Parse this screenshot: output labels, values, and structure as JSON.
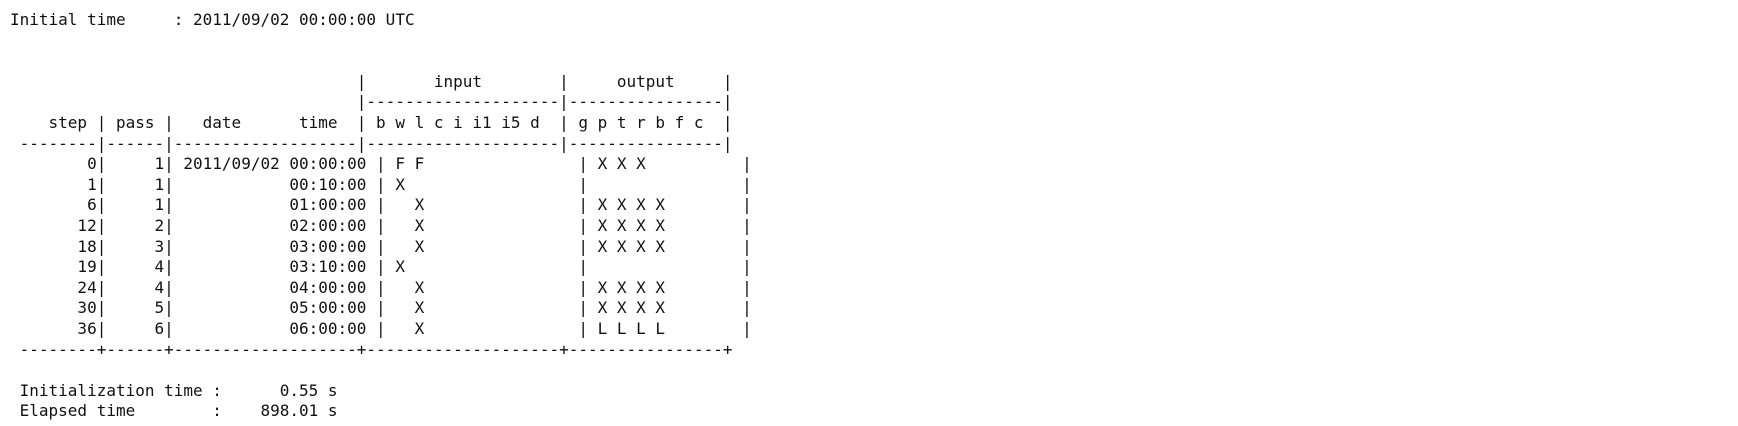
{
  "log": {
    "lines": [
      "Initial time     : 2011/09/02 00:00:00 UTC",
      "",
      "",
      "                                    |       input        |     output     |",
      "                                    |--------------------|----------------|",
      "    step | pass |   date      time  | b w l c i i1 i5 d  | g p t r b f c  |",
      " --------|------|-------------------|--------------------|----------------|",
      "        0|     1| 2011/09/02 00:00:00 | F F                | X X X          |",
      "        1|     1|            00:10:00 | X                  |                |",
      "        6|     1|            01:00:00 |   X                | X X X X        |",
      "       12|     2|            02:00:00 |   X                | X X X X        |",
      "       18|     3|            03:00:00 |   X                | X X X X        |",
      "       19|     4|            03:10:00 | X                  |                |",
      "       24|     4|            04:00:00 |   X                | X X X X        |",
      "       30|     5|            05:00:00 |   X                | X X X X        |",
      "       36|     6|            06:00:00 |   X                | L L L L        |",
      " --------+------+-------------------+--------------------+----------------+",
      "",
      " Initialization time :      0.55 s",
      " Elapsed time        :    898.01 s"
    ]
  }
}
